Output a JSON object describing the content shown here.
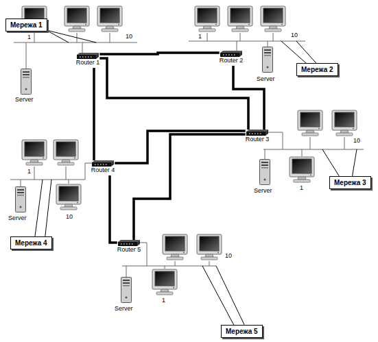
{
  "diagram": {
    "nodes": [
      {
        "text": [
          "Мережа 1"
        ]
      },
      {
        "text": [
          "Router 1"
        ]
      },
      {
        "text": [
          "Router 2"
        ]
      },
      {
        "text": [
          "Мережа 2"
        ]
      },
      {
        "text": [
          "Router 3"
        ]
      },
      {
        "text": [
          "Мережа 3"
        ]
      },
      {
        "text": [
          "Router 4"
        ]
      },
      {
        "text": [
          "Мережа 4"
        ]
      },
      {
        "text": [
          "Router 5"
        ]
      },
      {
        "text": [
          "Мережа 5"
        ]
      }
    ],
    "edges": [
      {
        "from": 1,
        "to": 2,
        "arrow": "none"
      },
      {
        "from": 1,
        "to": 4,
        "arrow": "none"
      },
      {
        "from": 1,
        "to": 6,
        "arrow": "none"
      },
      {
        "from": 2,
        "to": 4,
        "arrow": "none"
      },
      {
        "from": 4,
        "to": 6,
        "arrow": "none"
      },
      {
        "from": 4,
        "to": 8,
        "arrow": "none"
      },
      {
        "from": 6,
        "to": 8,
        "arrow": "none"
      }
    ],
    "labels": [
      "1",
      "10",
      "Server",
      "1",
      "10",
      "Server",
      "1",
      "10",
      "Server",
      "1",
      "10",
      "Server",
      "1",
      "10",
      "Server"
    ]
  }
}
